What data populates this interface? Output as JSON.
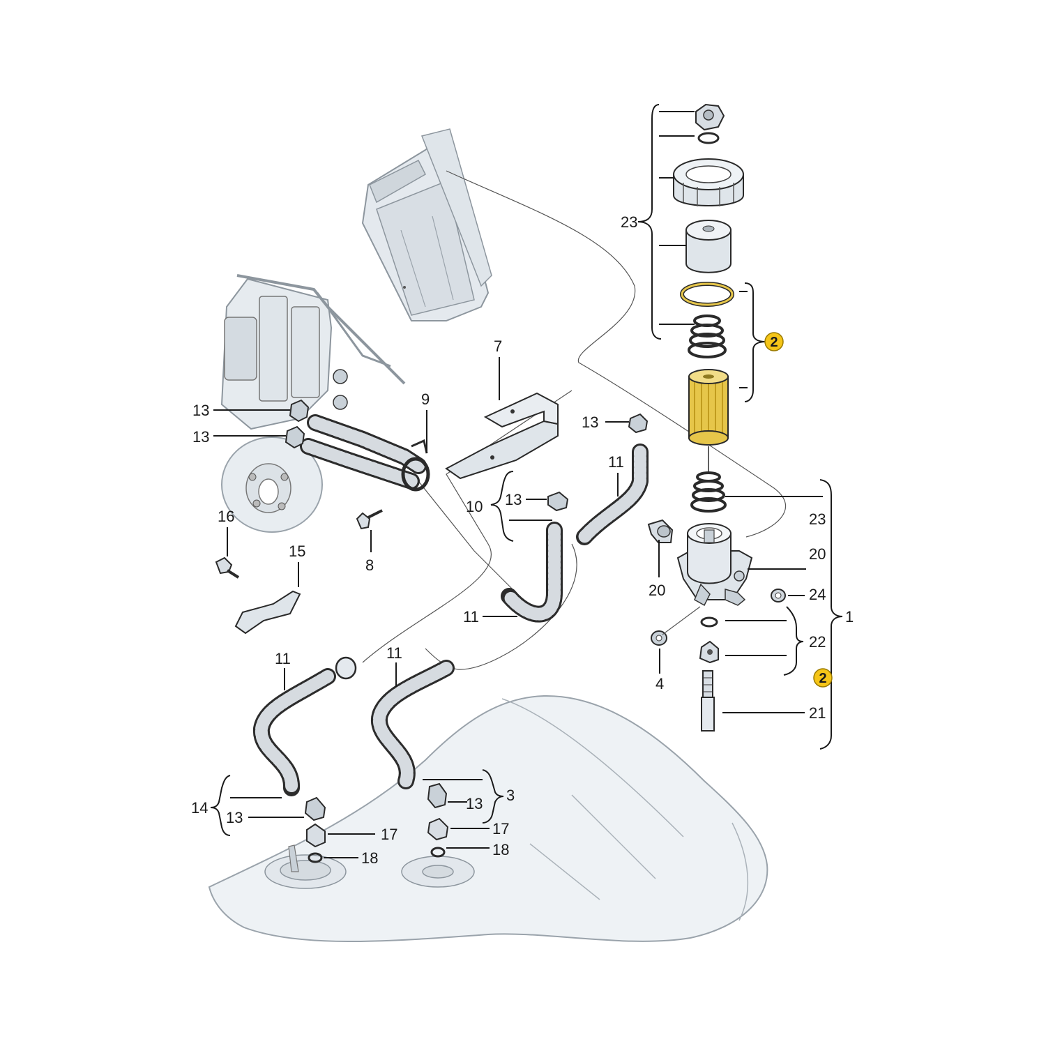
{
  "colors": {
    "background": "#ffffff",
    "part_fill": "#e9edf1",
    "part_shade": "#c9d1d8",
    "tank_fill": "#eef2f5",
    "hose_fill": "#d6dbe0",
    "filter_yellow": "#e6c64a",
    "badge_yellow": "#f5c518",
    "line": "#1a1a1a"
  },
  "callouts": {
    "c1": "1",
    "c2a": "2",
    "c2b": "2",
    "c3": "3",
    "c4": "4",
    "c7": "7",
    "c8": "8",
    "c9": "9",
    "c10": "10",
    "c11a": "11",
    "c11b": "11",
    "c11c": "11",
    "c11d": "11",
    "c13a": "13",
    "c13b": "13",
    "c13c": "13",
    "c13d": "13",
    "c13e": "13",
    "c13f": "13",
    "c14": "14",
    "c15": "15",
    "c16": "16",
    "c17a": "17",
    "c17b": "17",
    "c18a": "18",
    "c18b": "18",
    "c20a": "20",
    "c20b": "20",
    "c21": "21",
    "c22": "22",
    "c23a": "23",
    "c23b": "23",
    "c24": "24"
  },
  "icons": {
    "fuel_tank": "fuel-tank-icon",
    "filter_element": "fuel-filter-element-icon",
    "filter_housing": "filter-housing-icon",
    "heater_unit": "auxiliary-heater-icon",
    "bracket": "bracket-icon",
    "hose": "corrugated-hose-icon",
    "clamp": "hose-clamp-icon",
    "cap_nut": "cap-nut-icon",
    "spring": "spring-icon",
    "o_ring": "o-ring-icon"
  }
}
